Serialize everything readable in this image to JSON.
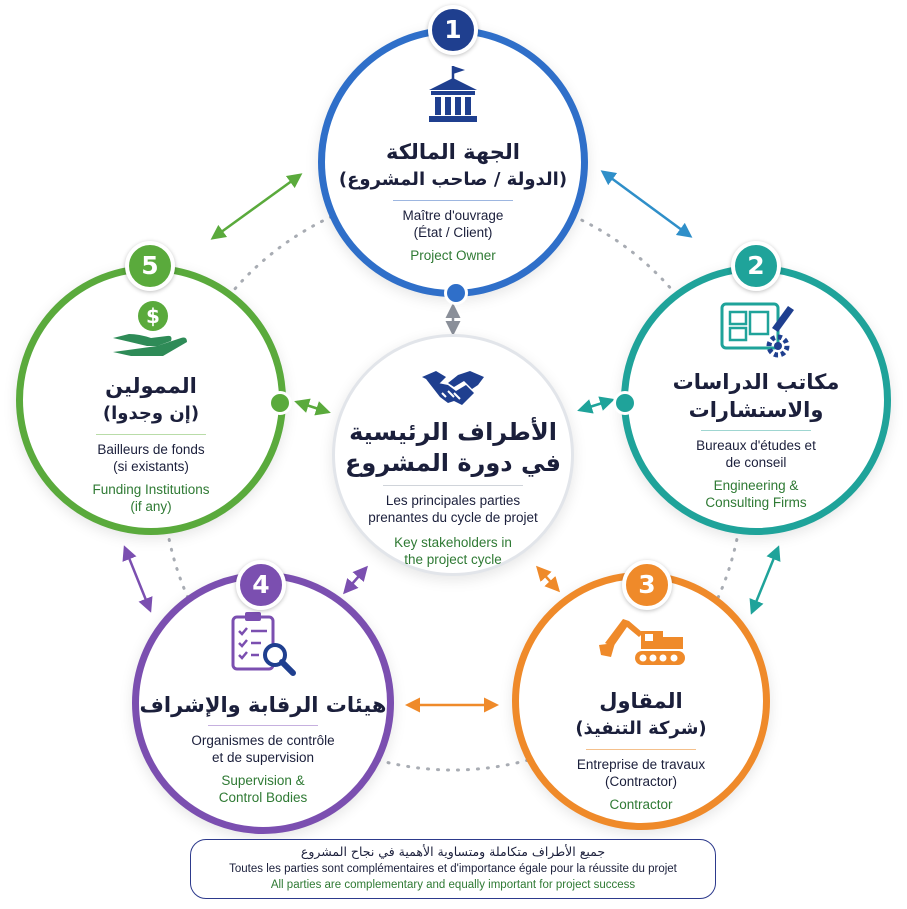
{
  "center": {
    "title_ar_line1": "الأطراف الرئيسية",
    "title_ar_line2": "في دورة المشروع",
    "fr_line1": "Les principales parties",
    "fr_line2": "prenantes du cycle de projet",
    "en_line1": "Key stakeholders in",
    "en_line2": "the project cycle",
    "icon": "handshake-icon"
  },
  "nodes": [
    {
      "number": "1",
      "color": "#2f6fc9",
      "icon": "government-building-icon",
      "ar_line1": "الجهة المالكة",
      "ar_line2": "(الدولة / صاحب المشروع)",
      "fr_line1": "Maître d'ouvrage",
      "fr_line2": "(État / Client)",
      "en_line1": "Project Owner",
      "en_line2": ""
    },
    {
      "number": "2",
      "color": "#1fa39a",
      "icon": "blueprint-gear-icon",
      "ar_line1": "مكاتب الدراسات",
      "ar_line2": "والاستشارات",
      "fr_line1": "Bureaux d'études et",
      "fr_line2": "de conseil",
      "en_line1": "Engineering &",
      "en_line2": "Consulting Firms"
    },
    {
      "number": "3",
      "color": "#ef8a2a",
      "icon": "excavator-icon",
      "ar_line1": "المقاول",
      "ar_line2": "(شركة التنفيذ)",
      "fr_line1": "Entreprise de travaux",
      "fr_line2": "(Contractor)",
      "en_line1": "Contractor",
      "en_line2": ""
    },
    {
      "number": "4",
      "color": "#7b4fb0",
      "icon": "checklist-magnifier-icon",
      "ar_line1": "هيئات الرقابة والإشراف",
      "ar_line2": "",
      "fr_line1": "Organismes de contrôle",
      "fr_line2": "et de supervision",
      "en_line1": "Supervision &",
      "en_line2": "Control Bodies"
    },
    {
      "number": "5",
      "color": "#5aaa3c",
      "icon": "hand-dollar-coin-icon",
      "ar_line1": "الممولين",
      "ar_line2": "(إن وجدوا)",
      "fr_line1": "Bailleurs de fonds",
      "fr_line2": "(si existants)",
      "en_line1": "Funding Institutions",
      "en_line2": "(if any)"
    }
  ],
  "footer": {
    "ar": "جميع الأطراف متكاملة ومتساوية الأهمية في نجاح المشروع",
    "fr": "Toutes les parties sont complémentaires et d'importance égale pour la réussite du projet",
    "en": "All parties are complementary and equally important for project success"
  }
}
